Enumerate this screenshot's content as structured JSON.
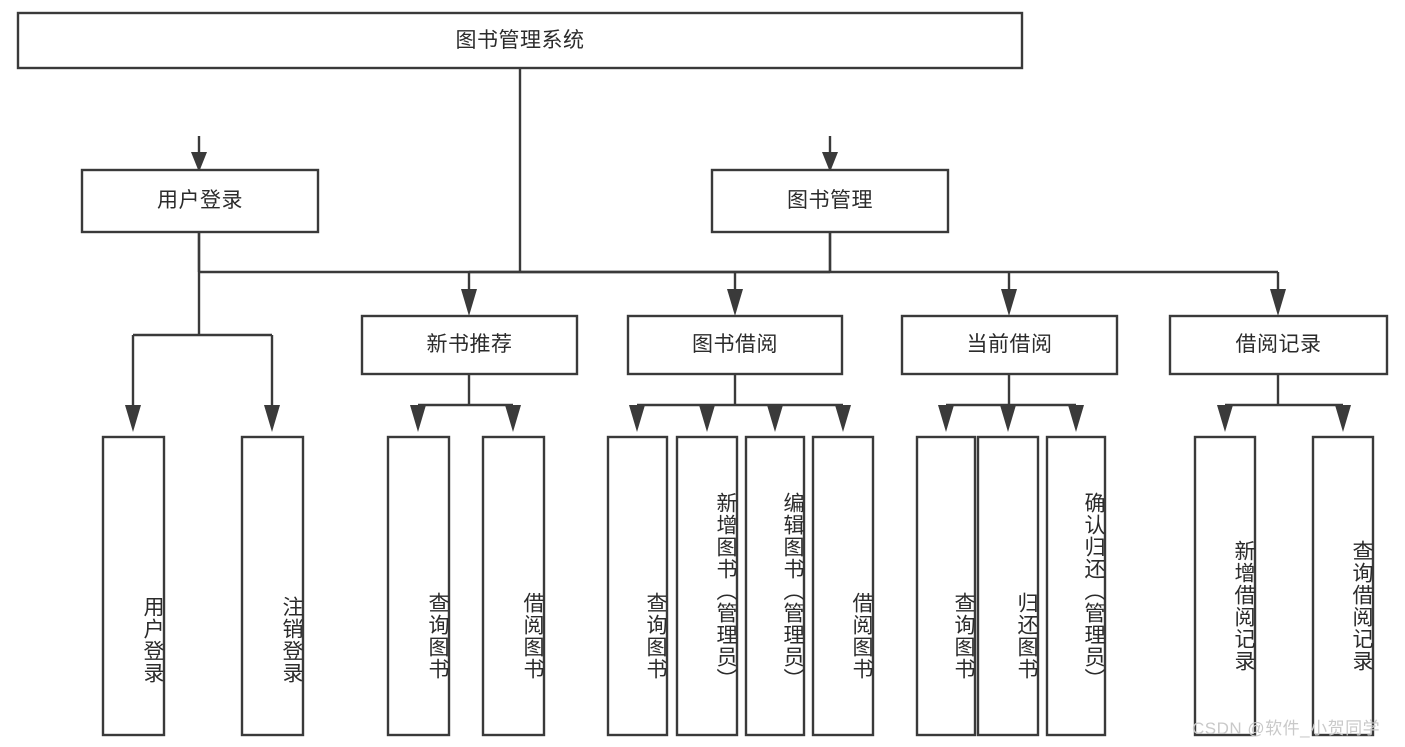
{
  "diagram": {
    "title": "图书管理系统",
    "type": "tree-hierarchy-diagram",
    "orientation": "top-down",
    "watermark": "CSDN @软件_小贺同学",
    "colors": {
      "box_stroke": "#3a3a3a",
      "box_fill": "#ffffff",
      "text": "#2b2b2b",
      "background": "#ffffff",
      "watermark": "#c9c9c9"
    },
    "levels": {
      "root": {
        "label": "图书管理系统"
      },
      "level2": [
        {
          "label": "用户登录"
        },
        {
          "label": "图书管理"
        }
      ],
      "level3": [
        {
          "label": "新书推荐"
        },
        {
          "label": "图书借阅"
        },
        {
          "label": "当前借阅"
        },
        {
          "label": "借阅记录"
        }
      ],
      "leaves": [
        {
          "label": "用户登录",
          "parent": "用户登录"
        },
        {
          "label": "注销登录",
          "parent": "用户登录"
        },
        {
          "label": "查询图书",
          "parent": "新书推荐"
        },
        {
          "label": "借阅图书",
          "parent": "新书推荐"
        },
        {
          "label": "查询图书",
          "parent": "图书借阅"
        },
        {
          "label": "新增图书（管理员）",
          "parent": "图书借阅"
        },
        {
          "label": "编辑图书（管理员）",
          "parent": "图书借阅"
        },
        {
          "label": "借阅图书",
          "parent": "图书借阅"
        },
        {
          "label": "查询图书",
          "parent": "当前借阅"
        },
        {
          "label": "归还图书",
          "parent": "当前借阅"
        },
        {
          "label": "确认归还（管理员）",
          "parent": "当前借阅"
        },
        {
          "label": "新增借阅记录",
          "parent": "借阅记录"
        },
        {
          "label": "查询借阅记录",
          "parent": "借阅记录"
        }
      ]
    }
  }
}
